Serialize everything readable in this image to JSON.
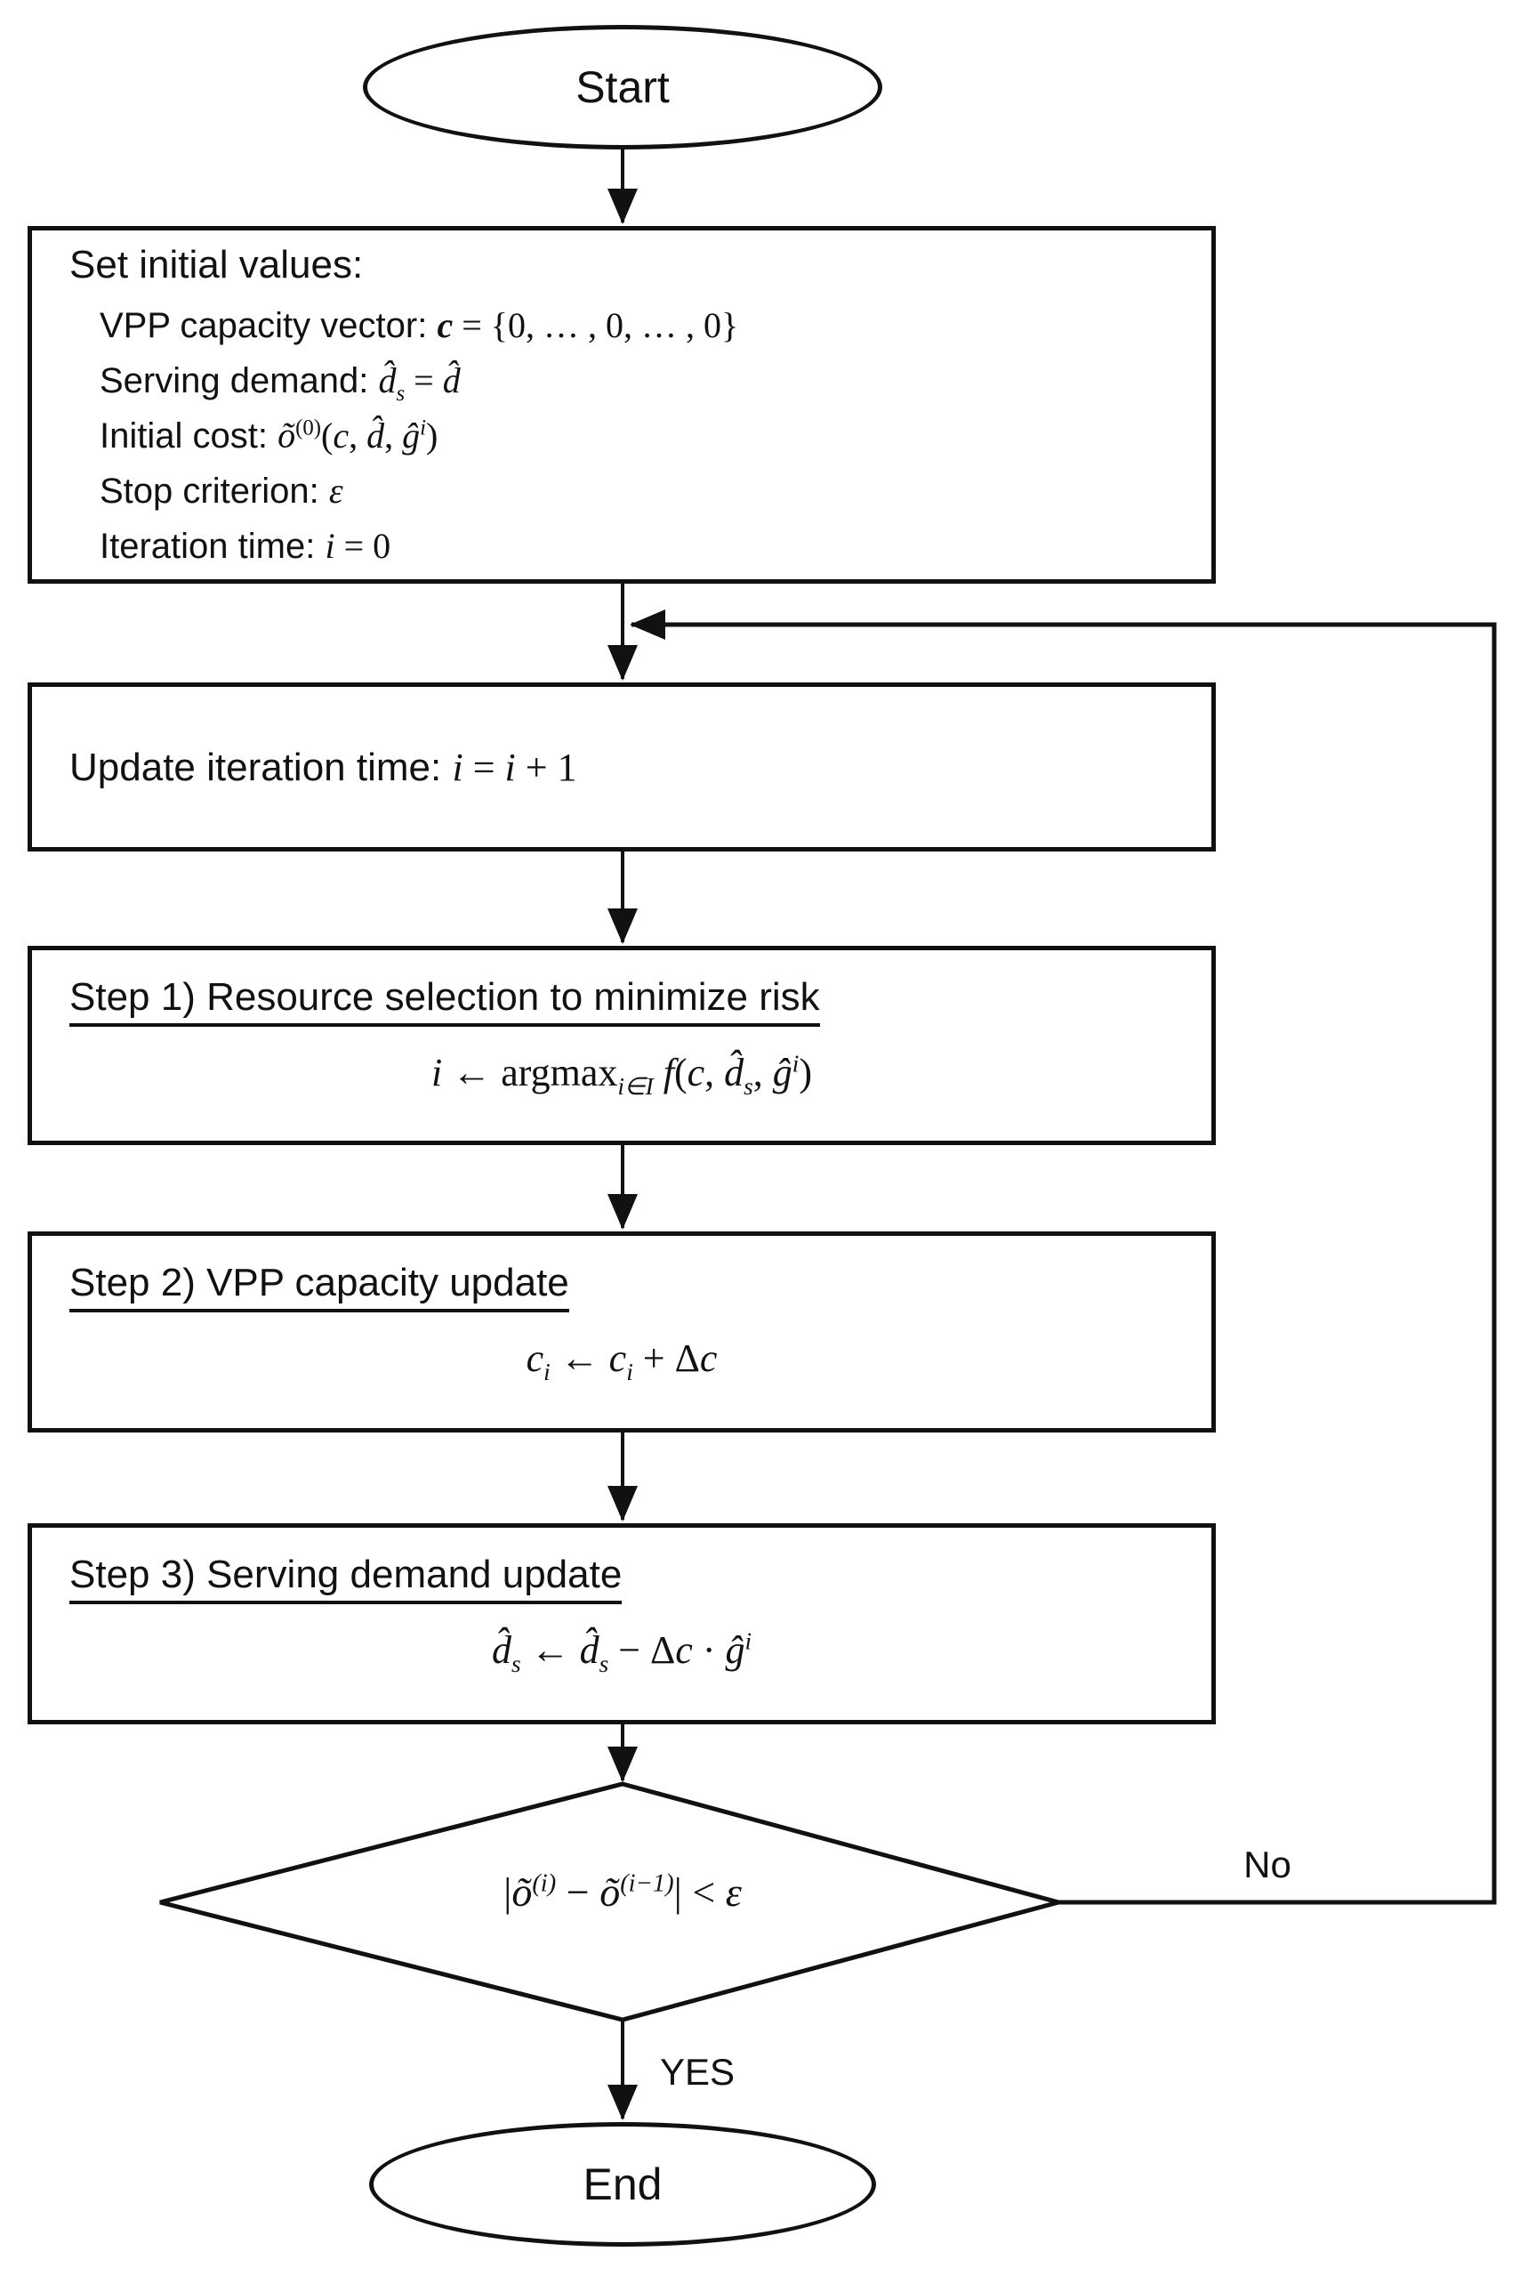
{
  "colors": {
    "background": "#ffffff",
    "line": "#111111",
    "text": "#111111"
  },
  "nodes": {
    "start": {
      "label": "Start"
    },
    "init": {
      "title": "Set initial values:",
      "items": [
        [
          {
            "t": "VPP capacity vector: "
          },
          {
            "t": "c",
            "s": "bi"
          },
          {
            "t": " = {0, … , 0, … , 0}",
            "s": "m"
          }
        ],
        [
          {
            "t": "Serving demand: "
          },
          {
            "t": "d̂",
            "s": "i"
          },
          {
            "t": "s",
            "s": "subi"
          },
          {
            "t": " = ",
            "s": "m"
          },
          {
            "t": "d̂",
            "s": "i"
          }
        ],
        [
          {
            "t": "Initial cost: "
          },
          {
            "t": "õ",
            "s": "i"
          },
          {
            "t": "(0)",
            "s": "sup"
          },
          {
            "t": "(",
            "s": "m"
          },
          {
            "t": "c",
            "s": "i"
          },
          {
            "t": ", ",
            "s": "m"
          },
          {
            "t": "d̂",
            "s": "i"
          },
          {
            "t": ", ",
            "s": "m"
          },
          {
            "t": "ĝ",
            "s": "i"
          },
          {
            "t": "i",
            "s": "supi"
          },
          {
            "t": ")",
            "s": "m"
          }
        ],
        [
          {
            "t": "Stop criterion: "
          },
          {
            "t": "ε",
            "s": "i"
          }
        ],
        [
          {
            "t": "Iteration time: "
          },
          {
            "t": "i",
            "s": "i"
          },
          {
            "t": " = 0",
            "s": "m"
          }
        ]
      ]
    },
    "update": {
      "line": [
        {
          "t": "Update iteration time: "
        },
        {
          "t": "i",
          "s": "i"
        },
        {
          "t": " = ",
          "s": "m"
        },
        {
          "t": "i",
          "s": "i"
        },
        {
          "t": " + 1",
          "s": "m"
        }
      ]
    },
    "step1": {
      "title": "Step 1) Resource selection to minimize risk",
      "formula": [
        {
          "t": "i",
          "s": "i"
        },
        {
          "t": " ← argmax",
          "s": "m"
        },
        {
          "t": "i∈I",
          "s": "subi"
        },
        {
          "t": " ",
          "s": "m"
        },
        {
          "t": "f",
          "s": "i"
        },
        {
          "t": "(",
          "s": "m"
        },
        {
          "t": "c",
          "s": "i"
        },
        {
          "t": ", ",
          "s": "m"
        },
        {
          "t": "d̂",
          "s": "i"
        },
        {
          "t": "s",
          "s": "subi"
        },
        {
          "t": ", ",
          "s": "m"
        },
        {
          "t": "ĝ",
          "s": "i"
        },
        {
          "t": "i",
          "s": "supi"
        },
        {
          "t": ")",
          "s": "m"
        }
      ]
    },
    "step2": {
      "title": "Step 2) VPP capacity update",
      "formula": [
        {
          "t": "c",
          "s": "i"
        },
        {
          "t": "i",
          "s": "subi"
        },
        {
          "t": " ← ",
          "s": "m"
        },
        {
          "t": "c",
          "s": "i"
        },
        {
          "t": "i",
          "s": "subi"
        },
        {
          "t": " + Δ",
          "s": "m"
        },
        {
          "t": "c",
          "s": "i"
        }
      ]
    },
    "step3": {
      "title": "Step 3) Serving demand update",
      "formula": [
        {
          "t": "d̂",
          "s": "i"
        },
        {
          "t": "s",
          "s": "subi"
        },
        {
          "t": " ← ",
          "s": "m"
        },
        {
          "t": "d̂",
          "s": "i"
        },
        {
          "t": "s",
          "s": "subi"
        },
        {
          "t": " − Δ",
          "s": "m"
        },
        {
          "t": "c",
          "s": "i"
        },
        {
          "t": " · ",
          "s": "m"
        },
        {
          "t": "ĝ",
          "s": "i"
        },
        {
          "t": "i",
          "s": "supi"
        }
      ]
    },
    "decision": {
      "formula": [
        {
          "t": "|",
          "s": "m"
        },
        {
          "t": "õ",
          "s": "i"
        },
        {
          "t": "(i)",
          "s": "supi"
        },
        {
          "t": " − ",
          "s": "m"
        },
        {
          "t": "õ",
          "s": "i"
        },
        {
          "t": "(i−1)",
          "s": "supi"
        },
        {
          "t": "| < ",
          "s": "m"
        },
        {
          "t": "ε",
          "s": "i"
        }
      ]
    },
    "end": {
      "label": "End"
    }
  },
  "edges": {
    "no_label": "No",
    "yes_label": "YES"
  }
}
